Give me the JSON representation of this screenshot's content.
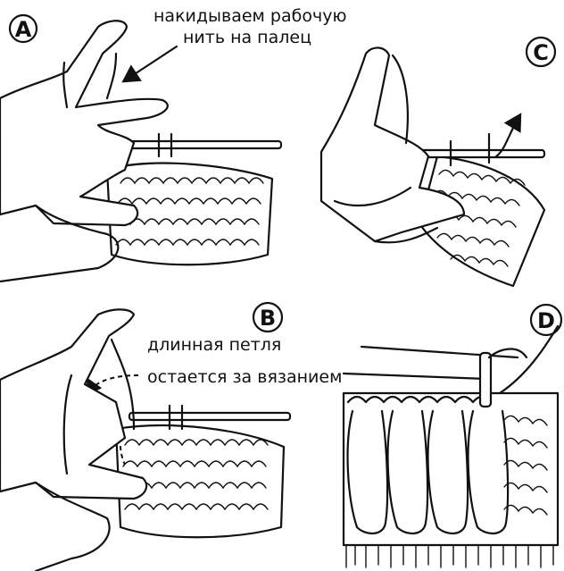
{
  "steps": [
    {
      "letter": "A",
      "caption_lines": [
        "накидываем рабочую",
        "нить на палец"
      ]
    },
    {
      "letter": "C",
      "caption_lines": []
    },
    {
      "letter": "B",
      "caption_lines": [
        "длинная петля",
        "остается за вязанием"
      ]
    },
    {
      "letter": "D",
      "caption_lines": []
    }
  ],
  "colors": {
    "ink": "#111111",
    "paper": "#ffffff"
  },
  "icons": [
    "hand-icon",
    "knitting-needle-icon",
    "arrow-icon"
  ]
}
